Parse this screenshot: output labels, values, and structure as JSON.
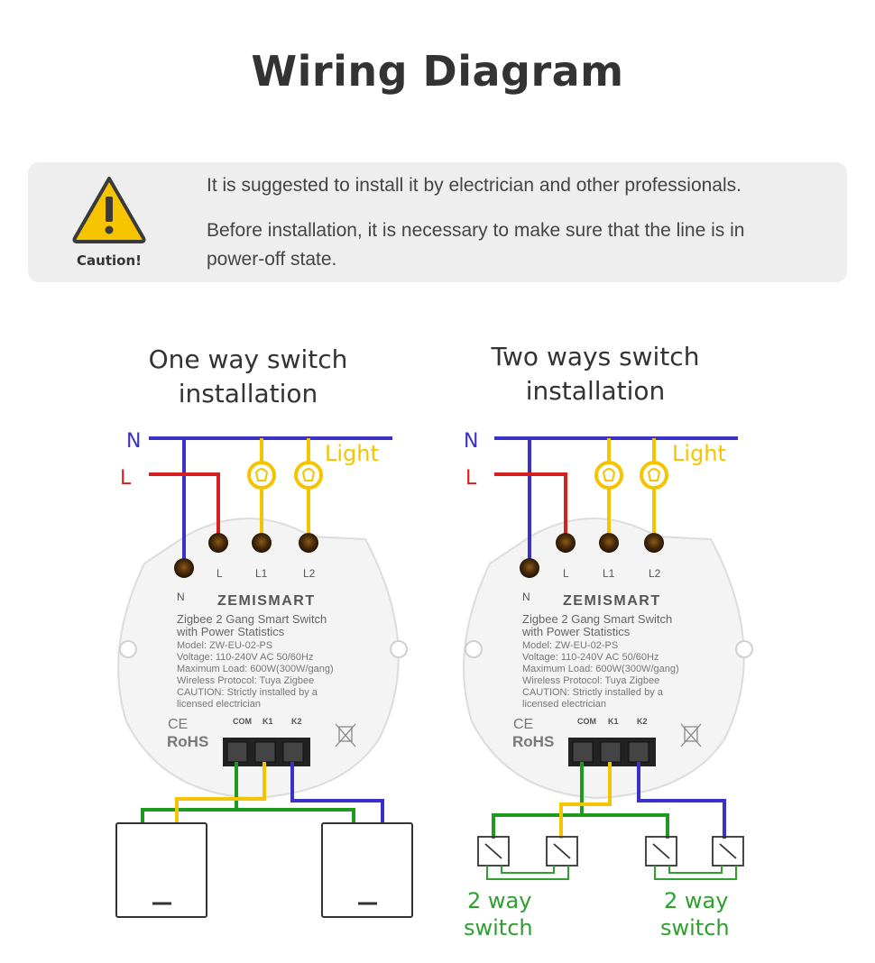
{
  "title": "Wiring Diagram",
  "caution": {
    "icon": "warning-triangle-icon",
    "label": "Caution!",
    "line1": "It is suggested to install it by electrician and other professionals.",
    "line2": "Before installation, it is necessary to make sure that the line is in power-off state."
  },
  "diagrams": [
    {
      "title": "One way switch installation",
      "neutral_label": "N",
      "live_label": "L",
      "light_label": "Light",
      "terminals": {
        "n": "N",
        "l": "L",
        "l1": "L1",
        "l2": "L2",
        "com": "COM",
        "k1": "K1",
        "k2": "K2"
      },
      "module": {
        "brand": "ZEMISMART",
        "line1": "Zigbee 2 Gang Smart Switch",
        "line2": "with Power Statistics",
        "line3": "Model: ZW-EU-02-PS",
        "line4": "Voltage: 110-240V AC 50/60Hz",
        "line5": "Maximum Load: 600W(300W/gang)",
        "line6": "Wireless Protocol: Tuya Zigbee",
        "line7": "CAUTION: Strictly installed by a",
        "line8": "licensed electrician",
        "ce": "CE",
        "rohs": "RoHS"
      }
    },
    {
      "title": "Two ways switch installation",
      "neutral_label": "N",
      "live_label": "L",
      "light_label": "Light",
      "terminals": {
        "n": "N",
        "l": "L",
        "l1": "L1",
        "l2": "L2",
        "com": "COM",
        "k1": "K1",
        "k2": "K2"
      },
      "module": {
        "brand": "ZEMISMART",
        "line1": "Zigbee 2 Gang Smart Switch",
        "line2": "with Power Statistics",
        "line3": "Model: ZW-EU-02-PS",
        "line4": "Voltage: 110-240V AC 50/60Hz",
        "line5": "Maximum Load: 600W(300W/gang)",
        "line6": "Wireless Protocol: Tuya Zigbee",
        "line7": "CAUTION: Strictly installed by a",
        "line8": "licensed electrician",
        "ce": "CE",
        "rohs": "RoHS"
      },
      "switch_label_left": "2 way switch",
      "switch_label_right": "2 way switch"
    }
  ],
  "colors": {
    "neutral": "#3a32c8",
    "live": "#d61f1f",
    "light": "#f5c400",
    "com": "#1e9a1e",
    "k2": "#3a32c8",
    "switch_label": "#2ea02e",
    "light_label": "#f5c400"
  }
}
